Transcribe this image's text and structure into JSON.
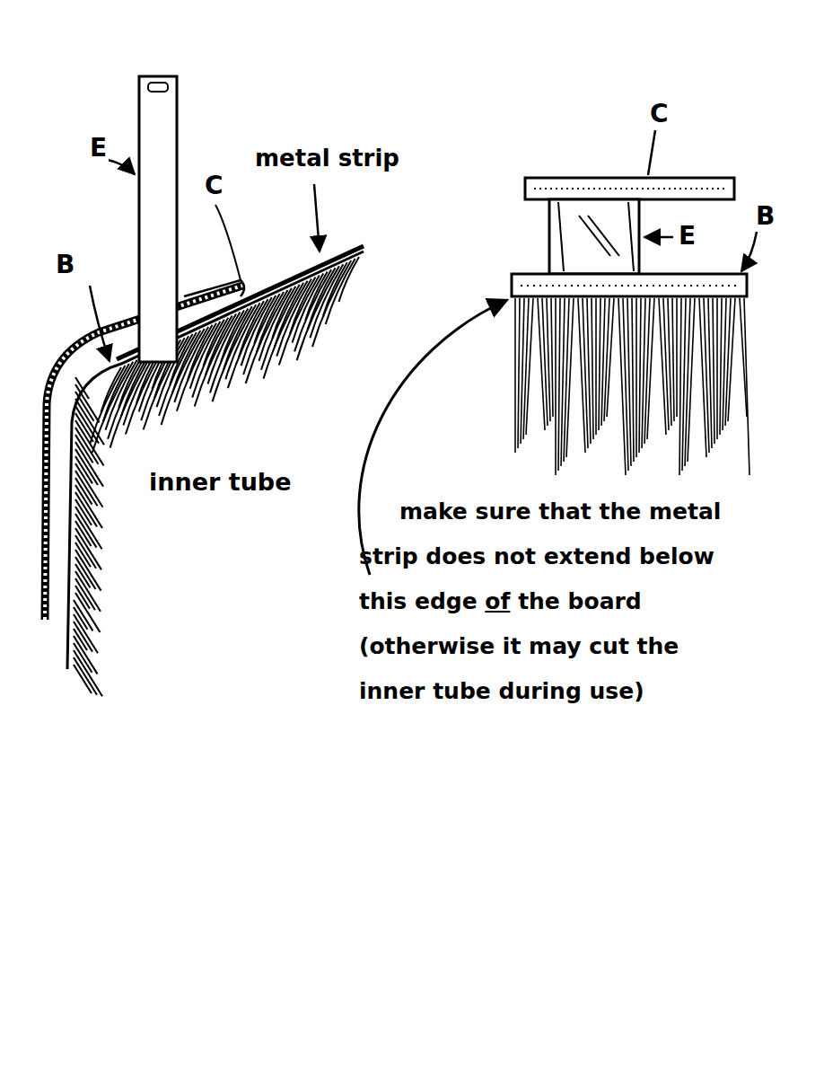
{
  "diagram": {
    "labels": [
      "E",
      "C",
      "metal strip",
      "B",
      "inner tube",
      "C",
      "E",
      "B",
      "make sure that the metal strip does not extend below this edge of the board (otherwise it may cut the inner tube during use)"
    ]
  }
}
